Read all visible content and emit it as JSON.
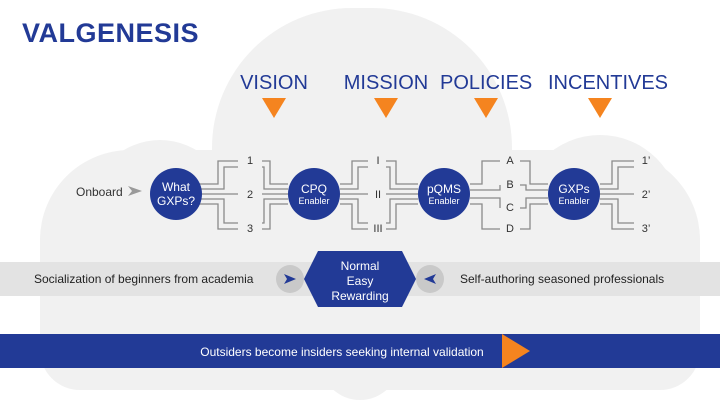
{
  "brand": {
    "logo_text": "VALGENESIS"
  },
  "headers": [
    "VISION",
    "MISSION",
    "POLICIES",
    "INCENTIVES"
  ],
  "colors": {
    "accent_blue": "#223a96",
    "accent_orange": "#f5841f",
    "band_gray": "#e3e3e3",
    "cloud_gray": "#f1f1f1"
  },
  "onboard": {
    "label": "Onboard"
  },
  "nodes": {
    "what": {
      "line1": "What",
      "line2": "GXPs?"
    },
    "cpq": {
      "title": "CPQ",
      "subtitle": "Enabler"
    },
    "pqms": {
      "title": "pQMS",
      "subtitle": "Enabler"
    },
    "gxps": {
      "title": "GXPs",
      "subtitle": "Enabler"
    }
  },
  "connectors": {
    "arabic": [
      "1",
      "2",
      "3"
    ],
    "roman": [
      "I",
      "II",
      "III"
    ],
    "letters": [
      "A",
      "B",
      "C",
      "D"
    ],
    "primes": [
      "1’",
      "2’",
      "3’"
    ]
  },
  "band": {
    "left_text": "Socialization of beginners from academia",
    "right_text": "Self-authoring seasoned professionals",
    "center_lines": [
      "Normal",
      "Easy",
      "Rewarding"
    ]
  },
  "bottom": {
    "text": "Outsiders become insiders seeking internal validation"
  }
}
